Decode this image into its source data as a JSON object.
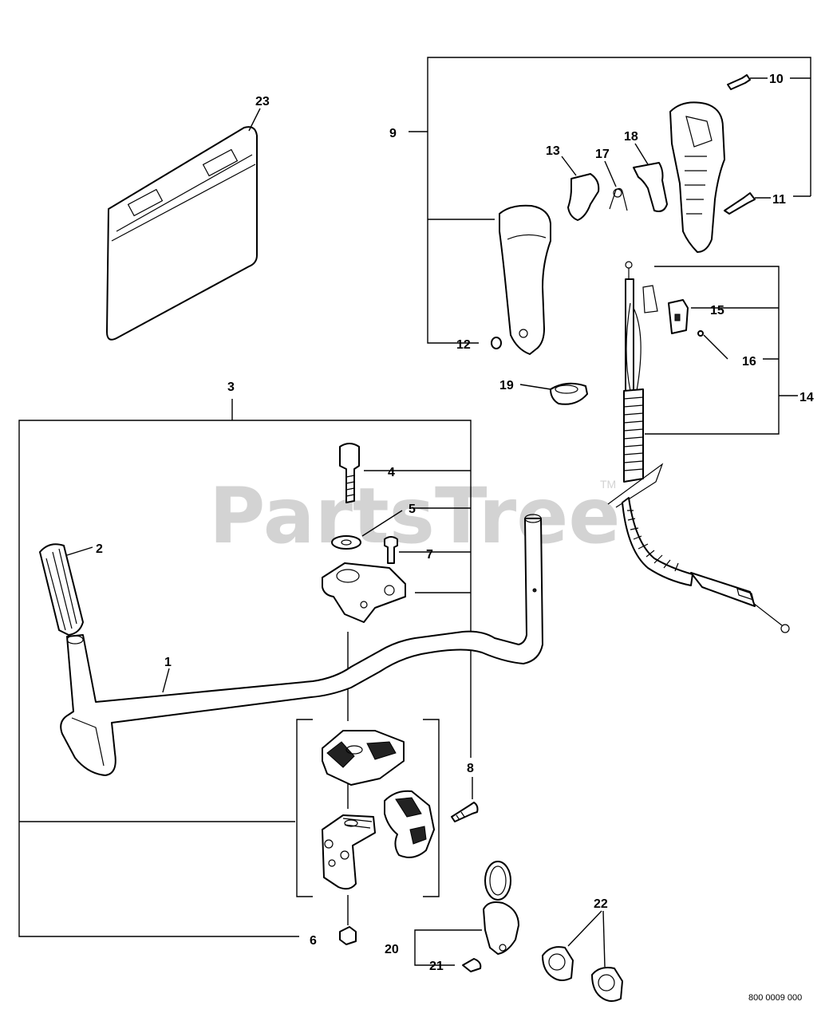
{
  "watermark": {
    "text": "PartsTree",
    "tm": "TM"
  },
  "drawing_code": "800 0009 000",
  "callouts": {
    "c1": "1",
    "c2": "2",
    "c3": "3",
    "c4": "4",
    "c5": "5",
    "c6": "6",
    "c7": "7",
    "c8": "8",
    "c9": "9",
    "c10": "10",
    "c11": "11",
    "c12": "12",
    "c13": "13",
    "c14": "14",
    "c15": "15",
    "c16": "16",
    "c17": "17",
    "c18": "18",
    "c19": "19",
    "c20": "20",
    "c21": "21",
    "c22": "22",
    "c23": "23"
  }
}
